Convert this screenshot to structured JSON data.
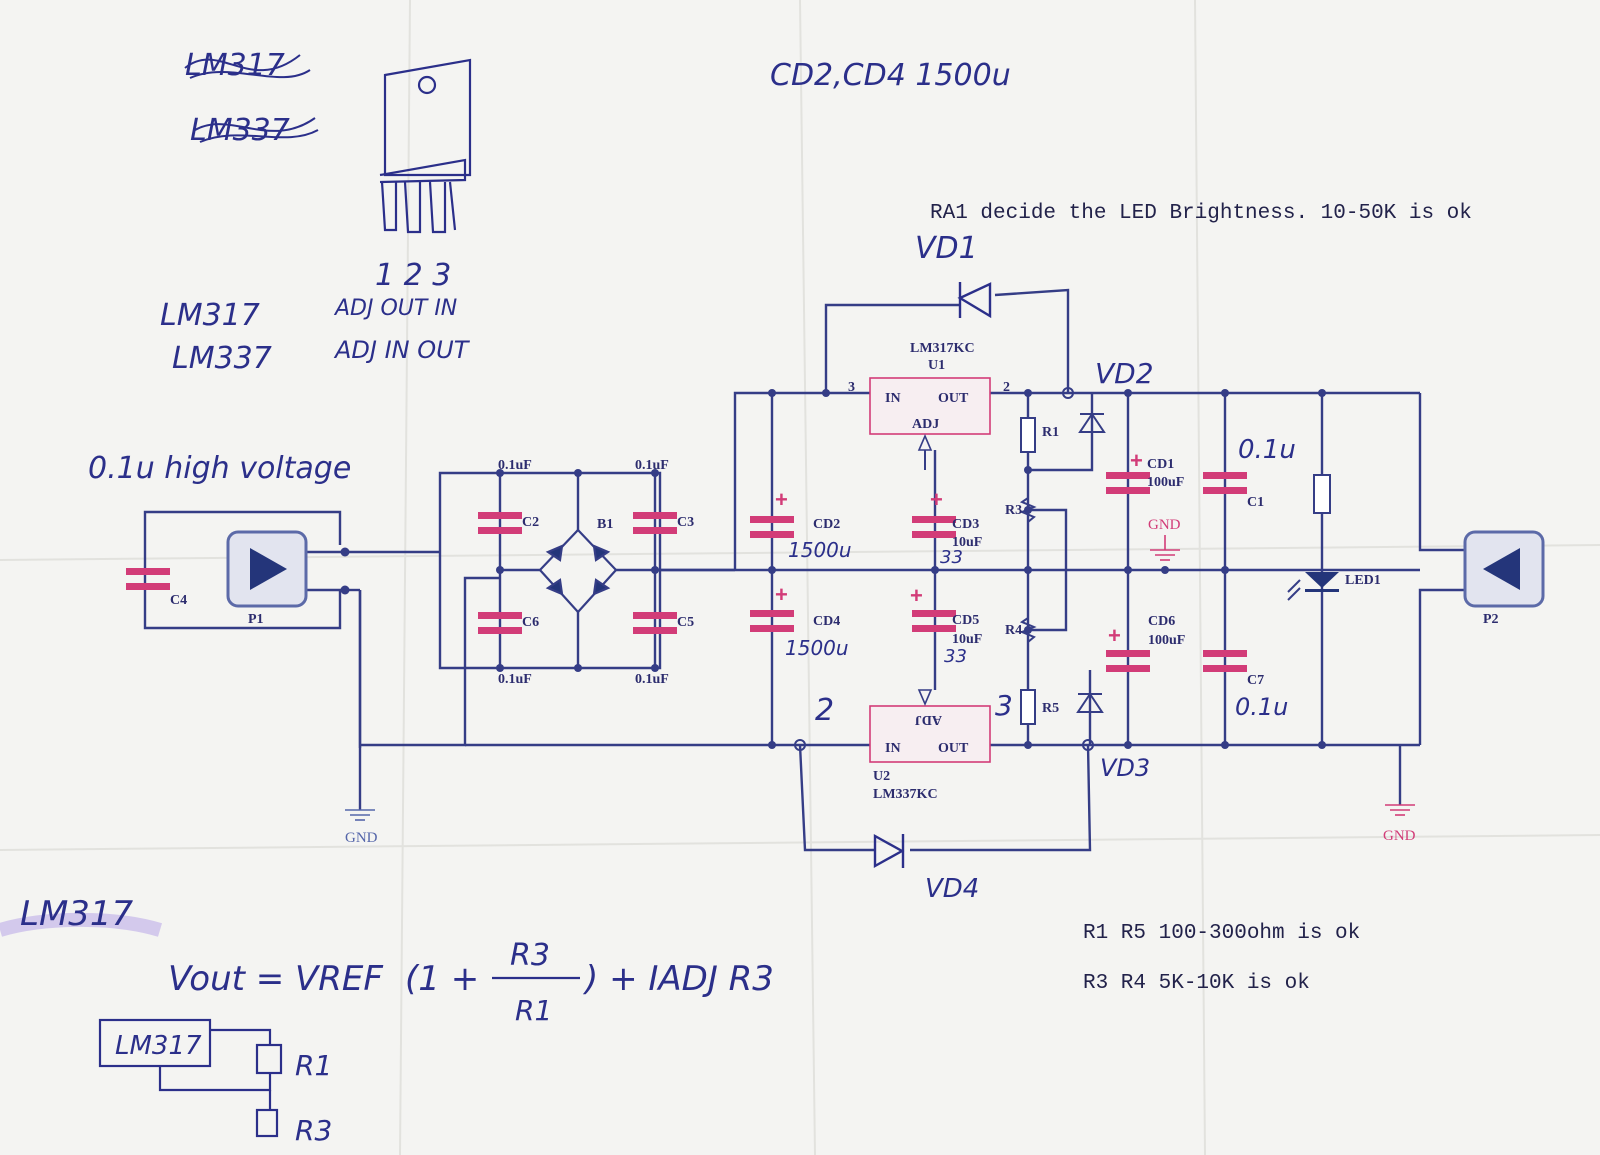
{
  "handwritten": {
    "crossed1": "LM317",
    "crossed2": "LM337",
    "pins": "1 2 3",
    "row317_name": "LM317",
    "row317_pins": "ADJ OUT IN",
    "row337_name": "LM337",
    "row337_pins": "ADJ IN OUT",
    "caps_note": "CD2,CD4 1500u",
    "cap_note": "0.1u high voltage",
    "vd1": "VD1",
    "vd2": "VD2",
    "vd3": "VD3",
    "vd4": "VD4",
    "c1_val": "0.1u",
    "c7_val": "0.1u",
    "cd2_val": "1500u",
    "cd4_val": "1500u",
    "cd3_val": "33",
    "cd5_val": "33",
    "u2_in_pin": "2",
    "u2_out_pin": "3",
    "formula_title": "LM317",
    "formula_lhs": "Vout = VREF",
    "formula_paren": "(1 +",
    "formula_num": "R3",
    "formula_den": "R1",
    "formula_tail": ") + IADJ R3",
    "mini_box": "LM317",
    "mini_r1": "R1",
    "mini_r3": "R3"
  },
  "notes": {
    "ra1": "RA1 decide the LED Brightness. 10-50K is ok",
    "r1r5": "R1 R5  100-300ohm is ok",
    "r3r4": "R3  R4  5K-10K is ok"
  },
  "components": {
    "c2": "C2",
    "c3": "C3",
    "c5": "C5",
    "c6": "C6",
    "c4": "C4",
    "b1": "B1",
    "p1": "P1",
    "p2": "P2",
    "cap_c2_val": "0.1uF",
    "cap_c3_val": "0.1uF",
    "cap_c6_val": "0.1uF",
    "cap_c5_val": "0.1uF",
    "cd2": "CD2",
    "cd4": "CD4",
    "cd3": "CD3",
    "cd3_val": "10uF",
    "cd5": "CD5",
    "cd5_val": "10uF",
    "u1_part": "LM317KC",
    "u1_ref": "U1",
    "u1_in": "IN",
    "u1_out": "OUT",
    "u1_adj": "ADJ",
    "u1_pin3": "3",
    "u1_pin2": "2",
    "u2_part": "LM337KC",
    "u2_ref": "U2",
    "u2_in": "IN",
    "u2_out": "OUT",
    "u2_adj": "ADJ",
    "r1": "R1",
    "r3": "R3",
    "r4": "R4",
    "r5": "R5",
    "cd1": "CD1",
    "cd1_val": "100uF",
    "cd6": "CD6",
    "cd6_val": "100uF",
    "c1": "C1",
    "c7": "C7",
    "led1": "LED1",
    "gnd_left": "GND",
    "gnd_mid": "GND",
    "gnd_right": "GND"
  },
  "colors": {
    "wire": "#353d86",
    "pink": "#d23c78",
    "ink": "#2b2f8a",
    "print": "#2c2c6e"
  }
}
